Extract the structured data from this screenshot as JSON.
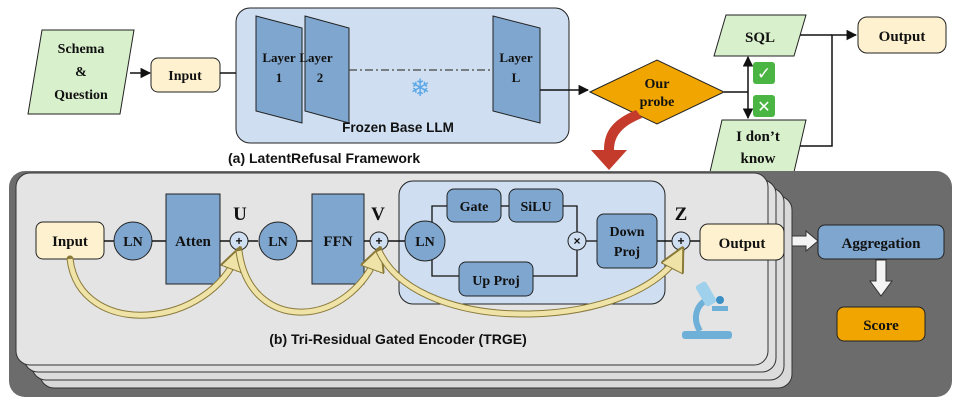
{
  "top": {
    "schema_question": [
      "Schema",
      "&",
      "Question"
    ],
    "input": "Input",
    "layer1": [
      "Layer",
      "1"
    ],
    "layer2": [
      "Layer",
      "2"
    ],
    "layerL": [
      "Layer",
      "L"
    ],
    "frozen_label": "Frozen Base LLM",
    "frozen_icon": "❄",
    "probe": [
      "Our",
      "probe"
    ],
    "sql": "SQL",
    "idk": [
      "I don’t",
      "know"
    ],
    "output": "Output",
    "check_icon": "✓",
    "cross_icon": "✕",
    "caption": "(a)  LatentRefusal Framework"
  },
  "bottom": {
    "input": "Input",
    "ln1": "LN",
    "atten": "Atten",
    "ln2": "LN",
    "ffn": "FFN",
    "ln3": "LN",
    "gate": "Gate",
    "silu": "SiLU",
    "down_proj": [
      "Down",
      "Proj"
    ],
    "up_proj": "Up Proj",
    "output": "Output",
    "u": "U",
    "v": "V",
    "z": "Z",
    "plus": "+",
    "times": "×",
    "aggregation": "Aggregation",
    "score": "Score",
    "caption": "(b) Tri-Residual Gated Encoder (TRGE)",
    "microscope_icon": "microscope-icon"
  },
  "colors": {
    "green": "#d8f0cc",
    "cream": "#fdf1cf",
    "blue": "#7fa6cf",
    "light_blue": "#cfdff1",
    "orange": "#f0a500",
    "red_arrow": "#c43b2c",
    "gray_panel": "#6c6c6c",
    "card": "#e2e2e2"
  }
}
